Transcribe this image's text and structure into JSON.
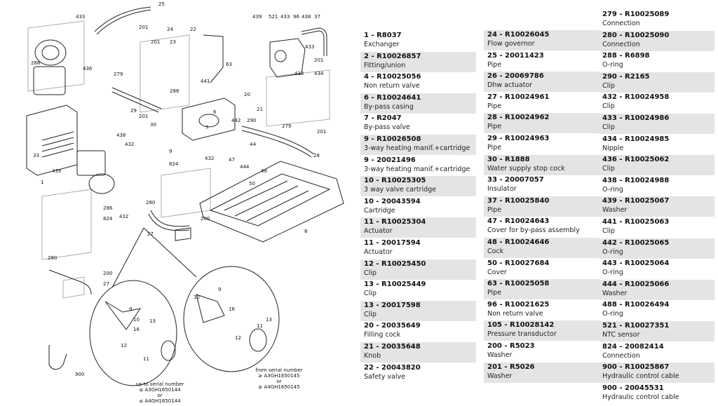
{
  "diagram": {
    "callouts": [
      "433",
      "25",
      "201",
      "24",
      "22",
      "439",
      "521",
      "433",
      "96",
      "438",
      "37",
      "288",
      "436",
      "201",
      "23",
      "63",
      "433",
      "201",
      "434",
      "433",
      "279",
      "441",
      "20",
      "288",
      "29",
      "201",
      "30",
      "6",
      "7",
      "442",
      "21",
      "290",
      "279",
      "201",
      "28",
      "438",
      "432",
      "33",
      "439",
      "1",
      "9",
      "44",
      "47",
      "444",
      "48",
      "824",
      "432",
      "50",
      "280",
      "200",
      "286",
      "824",
      "432",
      "27",
      "280",
      "200",
      "27",
      "9",
      "10",
      "16",
      "13",
      "11",
      "12",
      "9",
      "16",
      "13",
      "11",
      "10",
      "12",
      "900",
      "8"
    ],
    "note_left": [
      "up to serial number",
      "≤ A3GH1650144",
      "or",
      "≤ A4GH1650144"
    ],
    "note_right": [
      "from serial number",
      "≥ A3GH1650145",
      "or",
      "≥ A4GH1650145"
    ]
  },
  "parts": {
    "col1": [
      {
        "code": "1 - R8037",
        "desc": "Exchanger",
        "shade": false
      },
      {
        "code": "2 - R10026857",
        "desc": "Fitting/union",
        "shade": true
      },
      {
        "code": "4 - R10025056",
        "desc": "Non return valve",
        "shade": false
      },
      {
        "code": "6 - R10024641",
        "desc": "By-pass casing",
        "shade": true
      },
      {
        "code": "7 - R2047",
        "desc": "By-pass valve",
        "shade": false
      },
      {
        "code": "9 - R10026508",
        "desc": "3-way heating manif.+cartridge",
        "shade": true
      },
      {
        "code": "9 - 20021496",
        "desc": "3-way heating manif.+cartridge",
        "shade": false
      },
      {
        "code": "10 - R10025305",
        "desc": "3 way valve cartridge",
        "shade": true
      },
      {
        "code": "10 - 20043594",
        "desc": "Cartridge",
        "shade": false
      },
      {
        "code": "11 - R10025304",
        "desc": "Actuator",
        "shade": true
      },
      {
        "code": "11 - 20017594",
        "desc": "Actuator",
        "shade": false
      },
      {
        "code": "12 - R10025450",
        "desc": "Clip",
        "shade": true
      },
      {
        "code": "13 - R10025449",
        "desc": "Clip",
        "shade": false
      },
      {
        "code": "13 - 20017598",
        "desc": "Clip",
        "shade": true
      },
      {
        "code": "20 - 20035649",
        "desc": "Filling cock",
        "shade": false
      },
      {
        "code": "21 - 20035648",
        "desc": "Knob",
        "shade": true
      },
      {
        "code": "22 - 20043820",
        "desc": "Safety valve",
        "shade": false
      }
    ],
    "col2": [
      {
        "code": "24 - R10026045",
        "desc": "Flow governor",
        "shade": true
      },
      {
        "code": "25 - 20011423",
        "desc": "Pipe",
        "shade": false
      },
      {
        "code": "26 - 20069786",
        "desc": "Dhw actuator",
        "shade": true
      },
      {
        "code": "27 - R10024961",
        "desc": "Pipe",
        "shade": false
      },
      {
        "code": "28 - R10024962",
        "desc": "Pipe",
        "shade": true
      },
      {
        "code": "29 - R10024963",
        "desc": "Pipe",
        "shade": false
      },
      {
        "code": "30 - R1888",
        "desc": "Water supply stop cock",
        "shade": true
      },
      {
        "code": "33 - 20007057",
        "desc": "Insulator",
        "shade": false
      },
      {
        "code": "37 - R10025840",
        "desc": "Pipe",
        "shade": true
      },
      {
        "code": "47 - R10024643",
        "desc": "Cover for by-pass assembly",
        "shade": false
      },
      {
        "code": "48 - R10024646",
        "desc": "Cock",
        "shade": true
      },
      {
        "code": "50 - R10027684",
        "desc": "Cover",
        "shade": false
      },
      {
        "code": "63 - R10025058",
        "desc": "Pipe",
        "shade": true
      },
      {
        "code": "96 - R10021625",
        "desc": "Non return valve",
        "shade": false
      },
      {
        "code": "105 - R10028142",
        "desc": "Pressure transductor",
        "shade": true
      },
      {
        "code": "200 - R5023",
        "desc": "Washer",
        "shade": false
      },
      {
        "code": "201 - R5026",
        "desc": "Washer",
        "shade": true
      }
    ],
    "col3": [
      {
        "code": "279 - R10025089",
        "desc": "Connection",
        "shade": false
      },
      {
        "code": "280 - R10025090",
        "desc": "Connection",
        "shade": true
      },
      {
        "code": "288 - R6898",
        "desc": "O-ring",
        "shade": false
      },
      {
        "code": "290 - R2165",
        "desc": "Clip",
        "shade": true
      },
      {
        "code": "432 - R10024958",
        "desc": "Clip",
        "shade": false
      },
      {
        "code": "433 - R10024986",
        "desc": "Clip",
        "shade": true
      },
      {
        "code": "434 - R10024985",
        "desc": "Nipple",
        "shade": false
      },
      {
        "code": "436 - R10025062",
        "desc": "Clip",
        "shade": true
      },
      {
        "code": "438 - R10024988",
        "desc": "O-ring",
        "shade": false
      },
      {
        "code": "439 - R10025067",
        "desc": "Washer",
        "shade": true
      },
      {
        "code": "441 - R10025063",
        "desc": "Clip",
        "shade": false
      },
      {
        "code": "442 - R10025065",
        "desc": "O-ring",
        "shade": true
      },
      {
        "code": "443 - R10025064",
        "desc": "O-ring",
        "shade": false
      },
      {
        "code": "444 - R10025066",
        "desc": "Washer",
        "shade": true
      },
      {
        "code": "488 - R10026494",
        "desc": "O-ring",
        "shade": false
      },
      {
        "code": "521 - R10027351",
        "desc": "NTC sensor",
        "shade": true
      },
      {
        "code": "824 - 20082414",
        "desc": "Connection",
        "shade": false
      },
      {
        "code": "900 - R10025867",
        "desc": "Hydraulic control cable",
        "shade": true
      },
      {
        "code": "900 - 20045531",
        "desc": "Hydraulic control cable",
        "shade": false
      }
    ]
  }
}
